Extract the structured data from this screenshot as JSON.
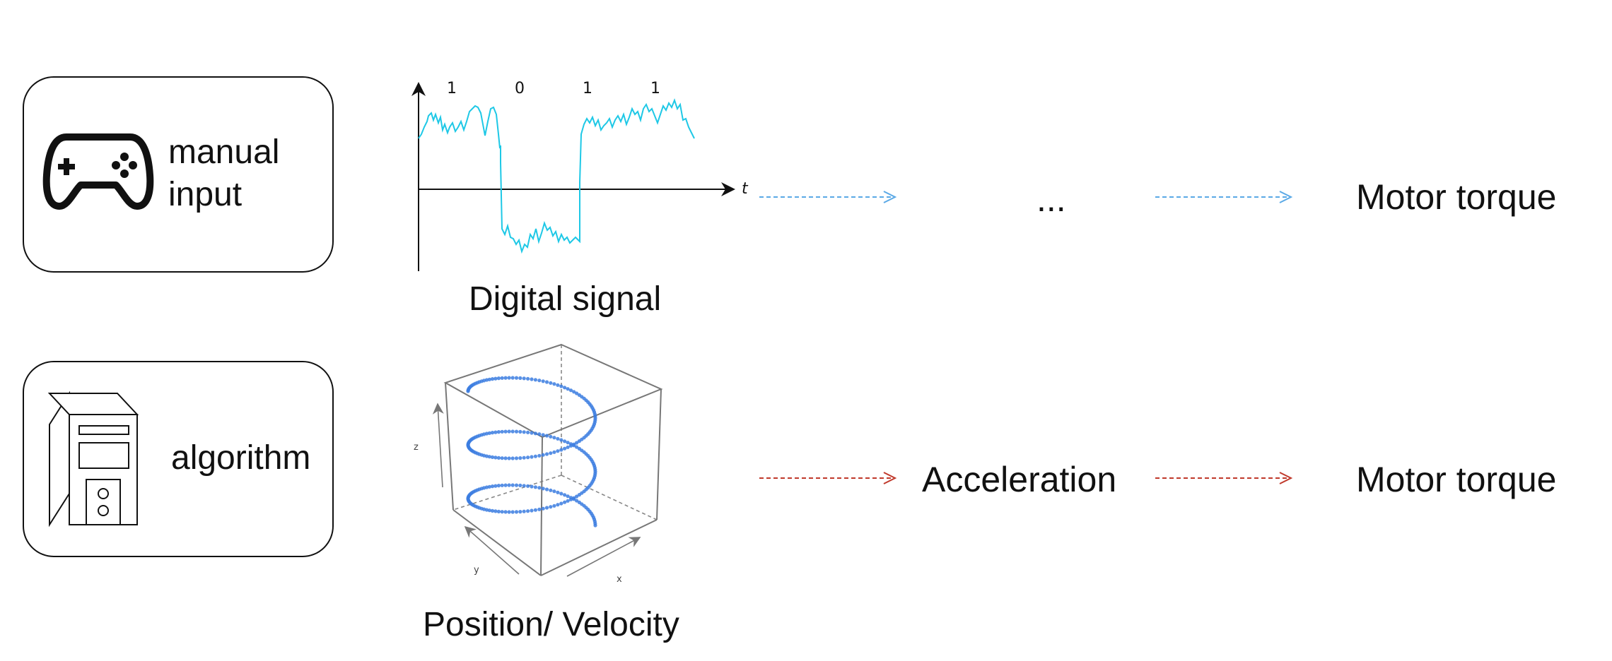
{
  "inputs": {
    "manual": {
      "label": "manual\ninput",
      "icon": "gamepad-icon"
    },
    "algorithm": {
      "label": "algorithm",
      "icon": "computer-icon"
    }
  },
  "signals": {
    "digital": {
      "caption": "Digital signal",
      "bits": [
        "1",
        "0",
        "1",
        "1"
      ],
      "axis_label": "t",
      "line_color": "#1ec8e6"
    },
    "position": {
      "caption": "Position/ Velocity",
      "axes": {
        "x": "x",
        "y": "y",
        "z": "z"
      },
      "helix_color": "#3b7de0"
    }
  },
  "flows": {
    "top": {
      "middle": "...",
      "end": "Motor torque",
      "arrow_color": "#5aa9e6"
    },
    "bottom": {
      "middle": "Acceleration",
      "end": "Motor torque",
      "arrow_color": "#c0392b"
    }
  }
}
